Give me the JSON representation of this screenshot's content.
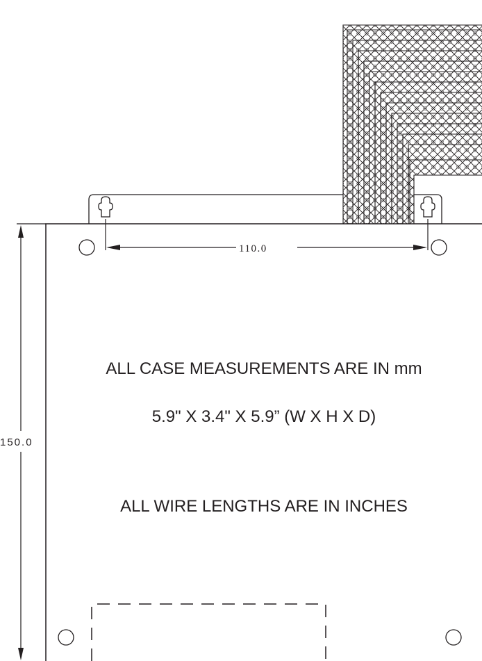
{
  "dimensions": {
    "bracket_spacing": "110.0",
    "case_height": "150.0"
  },
  "notes": {
    "units": "ALL CASE MEASUREMENTS ARE IN mm",
    "size": "5.9\" X 3.4\" X 5.9” (W X H X D)",
    "wire_units": "ALL WIRE LENGTHS ARE IN INCHES"
  },
  "colors": {
    "line": "#231f20",
    "background": "#ffffff"
  }
}
